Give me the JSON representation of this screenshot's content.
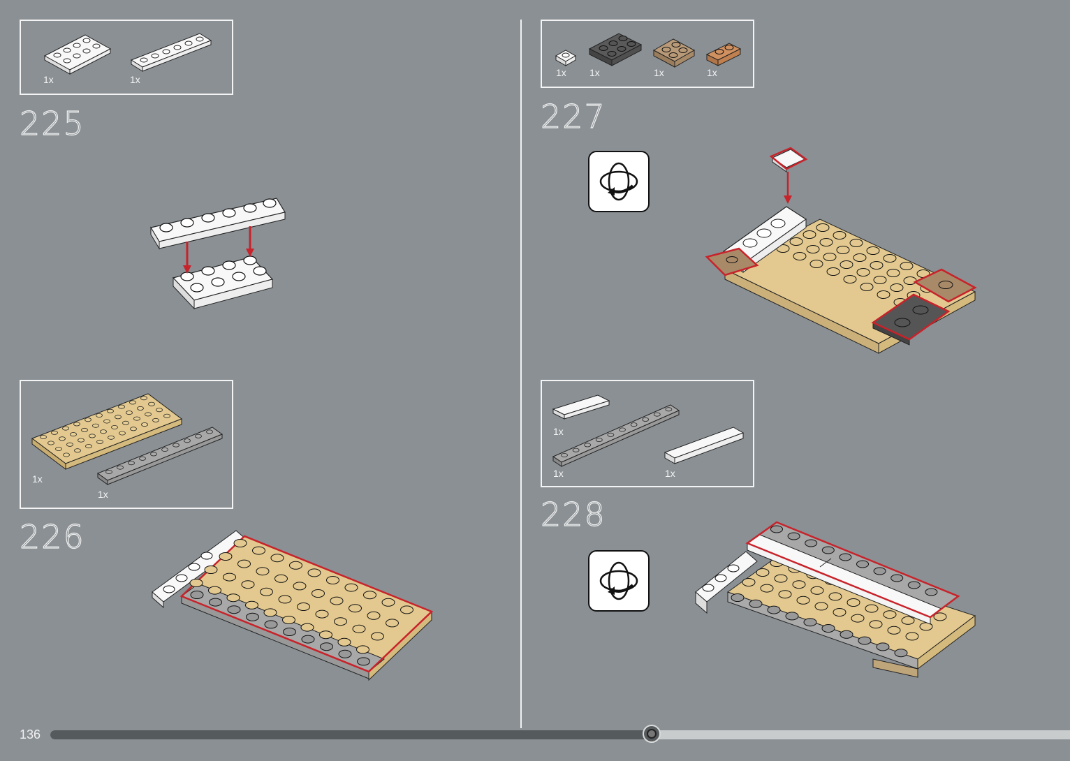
{
  "page_number": "136",
  "progress": 0.59,
  "colors": {
    "background": "#8a9094",
    "highlight": "#c8222a",
    "white_part": "#f8f8f8",
    "tan_part": "#e3c98f",
    "gray_part": "#a0a0a0",
    "dark_gray_part": "#4d4d4d",
    "brown_part": "#a88a69",
    "orange_part": "#c88a58"
  },
  "steps": [
    {
      "number": "225",
      "parts": [
        {
          "qty": "1x",
          "part": "white-plate-2x4"
        },
        {
          "qty": "1x",
          "part": "white-plate-1x6"
        }
      ]
    },
    {
      "number": "226",
      "parts": [
        {
          "qty": "1x",
          "part": "tan-plate-4x10"
        },
        {
          "qty": "1x",
          "part": "gray-plate-1x10"
        }
      ]
    },
    {
      "number": "227",
      "rotate_icon": "rotate-model-icon",
      "parts": [
        {
          "qty": "1x",
          "part": "white-plate-1x1"
        },
        {
          "qty": "1x",
          "part": "dark-gray-plate-2x3"
        },
        {
          "qty": "1x",
          "part": "brown-plate-2x2"
        },
        {
          "qty": "1x",
          "part": "orange-plate-1x2"
        }
      ]
    },
    {
      "number": "228",
      "rotate_icon": "rotate-model-icon",
      "parts": [
        {
          "qty": "1x",
          "part": "white-tile-1x4"
        },
        {
          "qty": "1x",
          "part": "gray-plate-1x10"
        },
        {
          "qty": "1x",
          "part": "white-tile-1x6"
        }
      ]
    }
  ]
}
